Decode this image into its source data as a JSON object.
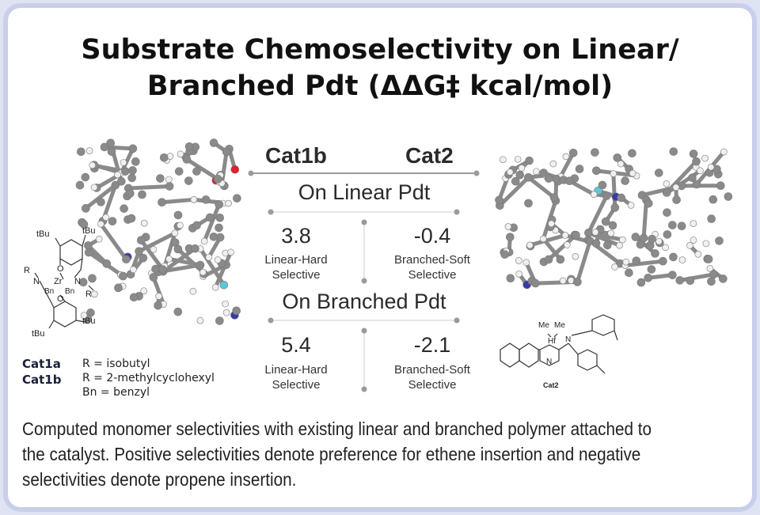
{
  "title": {
    "line1": "Substrate Chemoselectivity on Linear/",
    "line2": "Branched Pdt (ΔΔG‡ kcal/mol)"
  },
  "table": {
    "columns": [
      "Cat1b",
      "Cat2"
    ],
    "sections": [
      {
        "heading": "On Linear Pdt",
        "cells": [
          {
            "value": "3.8",
            "label1": "Linear-Hard",
            "label2": "Selective"
          },
          {
            "value": "-0.4",
            "label1": "Branched-Soft",
            "label2": "Selective"
          }
        ]
      },
      {
        "heading": "On Branched Pdt",
        "cells": [
          {
            "value": "5.4",
            "label1": "Linear-Hard",
            "label2": "Selective"
          },
          {
            "value": "-2.1",
            "label1": "Branched-Soft",
            "label2": "Selective"
          }
        ]
      }
    ]
  },
  "cat1": {
    "atoms": {
      "tbu": "tBu",
      "o": "O",
      "n": "N",
      "zr": "Zr",
      "bn": "Bn",
      "r": "R"
    },
    "legend": [
      {
        "name": "Cat1a",
        "def": "R = isobutyl"
      },
      {
        "name": "Cat1b",
        "def": "R = 2-methylcyclohexyl"
      },
      {
        "name": "",
        "def": "Bn = benzyl"
      }
    ]
  },
  "cat2": {
    "atoms": {
      "me": "Me",
      "hf": "Hf",
      "n": "N"
    },
    "name": "Cat2"
  },
  "caption": "Computed monomer selectivities with existing linear and branched polymer attached to the catalyst. Positive selectivities denote preference for ethene insertion and negative selectivities denote propene insertion.",
  "colors": {
    "border": "#c9cfea",
    "carbon": "#8a8a8a",
    "hydrogen": "#f0f0f0",
    "nitrogen": "#3a3aa8",
    "oxygen": "#e0202a",
    "metal": "#5cc8d8",
    "rule": "#9a9a9a"
  }
}
